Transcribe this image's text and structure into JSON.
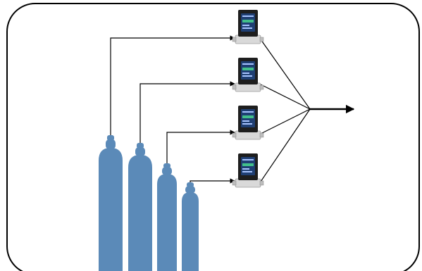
{
  "diagram": {
    "cylinder_color": "#5b8ab8",
    "line_color": "#000000",
    "frame_color": "#000000",
    "controller_body_color": "#1e1e1e",
    "controller_screen_color": "#1f3f73",
    "controller_screen_accent": "#42c08a",
    "controller_base_color": "#d9d9d9",
    "cylinder_icon": "gas-cylinder-icon",
    "controller_icon": "mass-flow-controller-icon",
    "output_icon": "arrow-right-icon",
    "cylinder_count": 4,
    "controller_count": 4,
    "output_count": 1
  }
}
